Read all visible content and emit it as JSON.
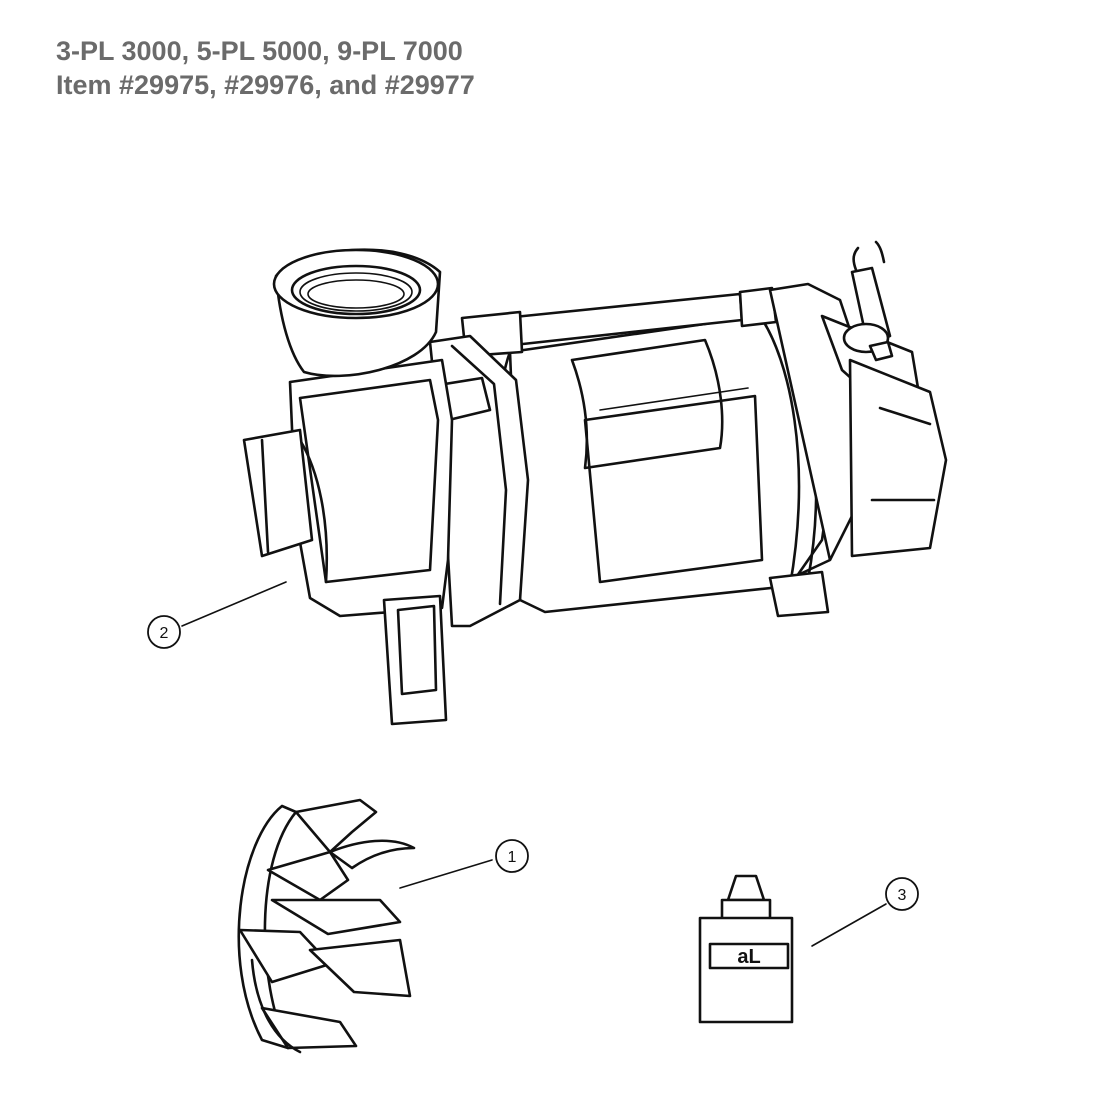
{
  "header": {
    "line1": "3-PL 3000, 5-PL 5000, 9-PL 7000",
    "line2": "Item #29975, #29976, and #29977"
  },
  "callouts": {
    "impeller": "1",
    "pump": "2",
    "lubricant": "3"
  },
  "lubricant_label": "aL",
  "colors": {
    "header_text": "#6b6b6b",
    "line": "#111111",
    "background": "#ffffff"
  }
}
